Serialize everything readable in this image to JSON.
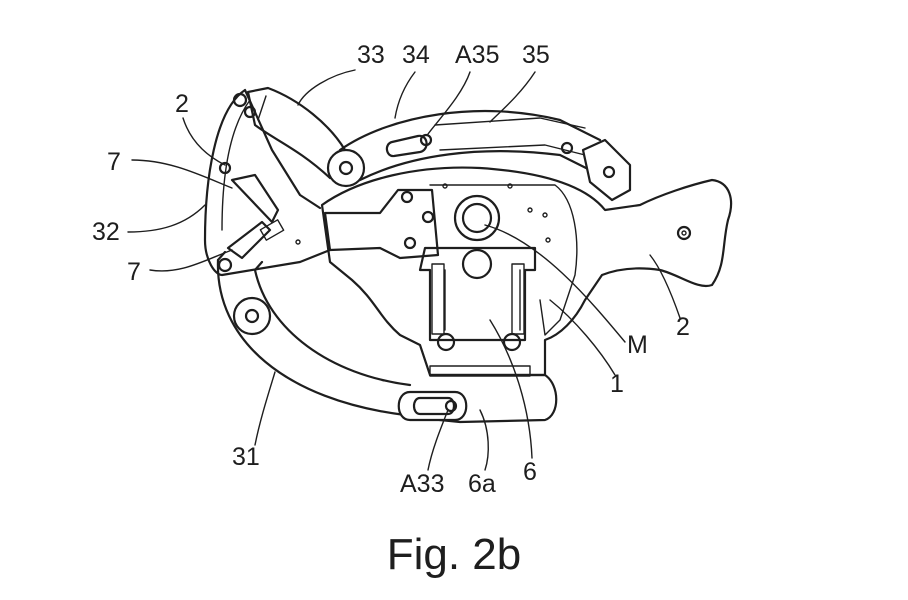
{
  "figure": {
    "caption": "Fig. 2b",
    "labels": {
      "l33": "33",
      "l34": "34",
      "lA35": "A35",
      "l35": "35",
      "l2_top": "2",
      "l7_top": "7",
      "l32": "32",
      "l7_bottom": "7",
      "lM": "M",
      "l2_right": "2",
      "l1": "1",
      "l31": "31",
      "lA33": "A33",
      "l6a": "6a",
      "l6": "6"
    }
  }
}
